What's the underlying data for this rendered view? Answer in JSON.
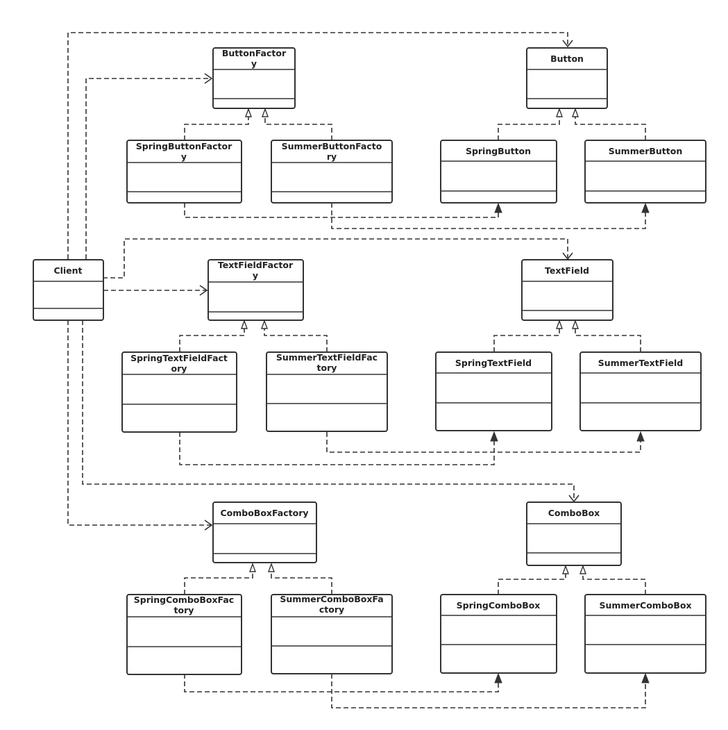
{
  "classes": {
    "client": {
      "lines": [
        "Client"
      ]
    },
    "button_factory": {
      "lines": [
        "ButtonFactor",
        "y"
      ]
    },
    "spring_button_factory": {
      "lines": [
        "SpringButtonFactor",
        "y"
      ]
    },
    "summer_button_factory": {
      "lines": [
        "SummerButtonFacto",
        "ry"
      ]
    },
    "button": {
      "lines": [
        "Button"
      ]
    },
    "spring_button": {
      "lines": [
        "SpringButton"
      ]
    },
    "summer_button": {
      "lines": [
        "SummerButton"
      ]
    },
    "textfield_factory": {
      "lines": [
        "TextFieldFactor",
        "y"
      ]
    },
    "spring_textfield_factory": {
      "lines": [
        "SpringTextFieldFact",
        "ory"
      ]
    },
    "summer_textfield_factory": {
      "lines": [
        "SummerTextFieldFac",
        "tory"
      ]
    },
    "textfield": {
      "lines": [
        "TextField"
      ]
    },
    "spring_textfield": {
      "lines": [
        "SpringTextField"
      ]
    },
    "summer_textfield": {
      "lines": [
        "SummerTextField"
      ]
    },
    "combobox_factory": {
      "lines": [
        "ComboBoxFactory"
      ]
    },
    "spring_combobox_factory": {
      "lines": [
        "SpringComboBoxFac",
        "tory"
      ]
    },
    "summer_combobox_factory": {
      "lines": [
        "SummerComboBoxFa",
        "ctory"
      ]
    },
    "combobox": {
      "lines": [
        "ComboBox"
      ]
    },
    "spring_combobox": {
      "lines": [
        "SpringComboBox"
      ]
    },
    "summer_combobox": {
      "lines": [
        "SummerComboBox"
      ]
    }
  }
}
